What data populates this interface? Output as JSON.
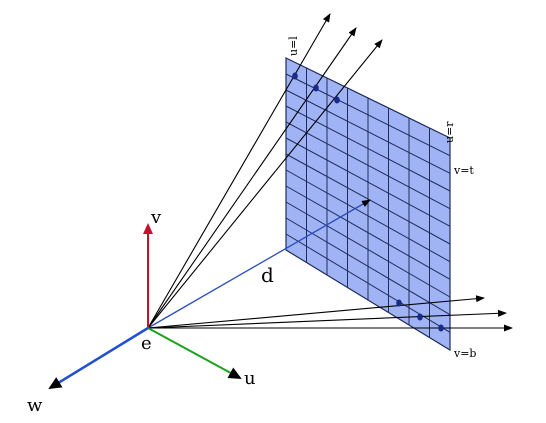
{
  "labels": {
    "v_axis": "v",
    "u_axis": "u",
    "w_axis": "w",
    "eye": "e",
    "distance": "d",
    "u_left": "u=l",
    "u_right": "u=r",
    "v_top": "v=t",
    "v_bottom": "v=b"
  },
  "grid": {
    "columns": 8,
    "rows": 12
  },
  "colors": {
    "image_plane_fill": "#8fa6f2",
    "image_plane_stroke": "#1f2c5c",
    "v_axis": "#c8102e",
    "u_axis": "#1aa31a",
    "w_axis": "#1f4fd6",
    "distance_line": "#2a4dbf",
    "rays": "#000000",
    "sample_points": "#1a2a8a"
  }
}
